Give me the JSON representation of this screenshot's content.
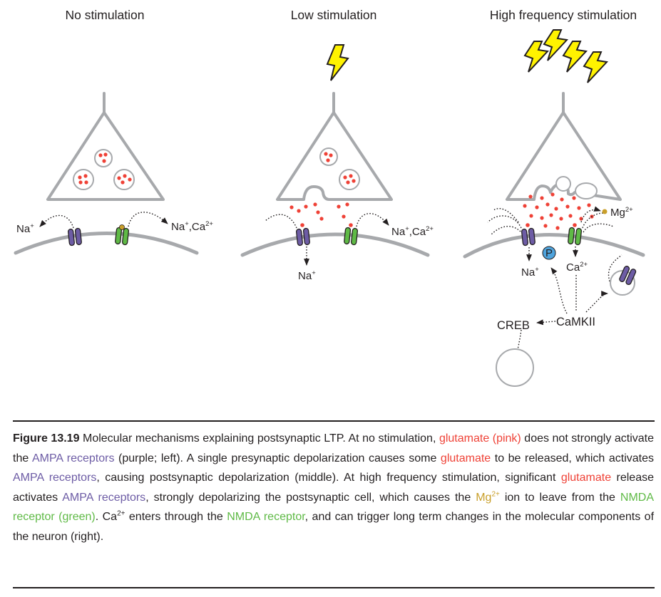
{
  "panels": {
    "no_stim": {
      "title": "No stimulation",
      "label_na": "Na",
      "label_na_sup": "+",
      "label_naca": "Na",
      "label_naca_sup1": "+",
      "label_naca_mid": ",Ca",
      "label_naca_sup2": "2+"
    },
    "low_stim": {
      "title": "Low stimulation",
      "label_na": "Na",
      "label_na_sup": "+",
      "label_naca": "Na",
      "label_naca_sup1": "+",
      "label_naca_mid": ",Ca",
      "label_naca_sup2": "2+"
    },
    "high_stim": {
      "title": "High frequency stimulation",
      "label_mg": "Mg",
      "label_mg_sup": "2+",
      "label_p": "P",
      "label_na": "Na",
      "label_na_sup": "+",
      "label_ca": "Ca",
      "label_ca_sup": "2+",
      "label_camkii": "CaMKII",
      "label_creb": "CREB"
    }
  },
  "caption": {
    "figure_number": "Figure 13.19",
    "p1": " Molecular mechanisms explaining postsynaptic LTP. At no stimulation, ",
    "glutamate_pink": "glutamate (pink)",
    "p2": " does not strongly activate the ",
    "ampa_receptors": "AMPA receptors",
    "p3": " (purple; left). A single presynaptic depolarization causes some ",
    "glutamate": "glutamate",
    "p4": " to be released, which activates ",
    "p5": ", causing postsynaptic depolarization (middle). At high frequency stimulation, significant ",
    "p6": " release activates ",
    "p7": ", strongly depolarizing the postsynaptic cell, which causes the ",
    "mg": "Mg",
    "mg_sup": "2+",
    "p8": " ion to leave from the ",
    "nmda_receptor": "NMDA receptor",
    "nmda_green": " (green)",
    "p9": ". Ca",
    "ca_sup": "2+",
    "p10": " enters through the ",
    "p11": ", and can trigger long term changes in the molecular components of the neuron (right)."
  },
  "colors": {
    "glutamate": "#ef4136",
    "ampa": "#6d5ca5",
    "nmda": "#5fba46",
    "mg": "#c99f2a",
    "bolt": "#fff200",
    "phosphate": "#4fa3dc",
    "neuron_outline": "#a7a9ac"
  },
  "icons": [
    "lightning-bolt-icon",
    "ampa-receptor-icon",
    "nmda-receptor-icon",
    "phosphate-icon"
  ]
}
